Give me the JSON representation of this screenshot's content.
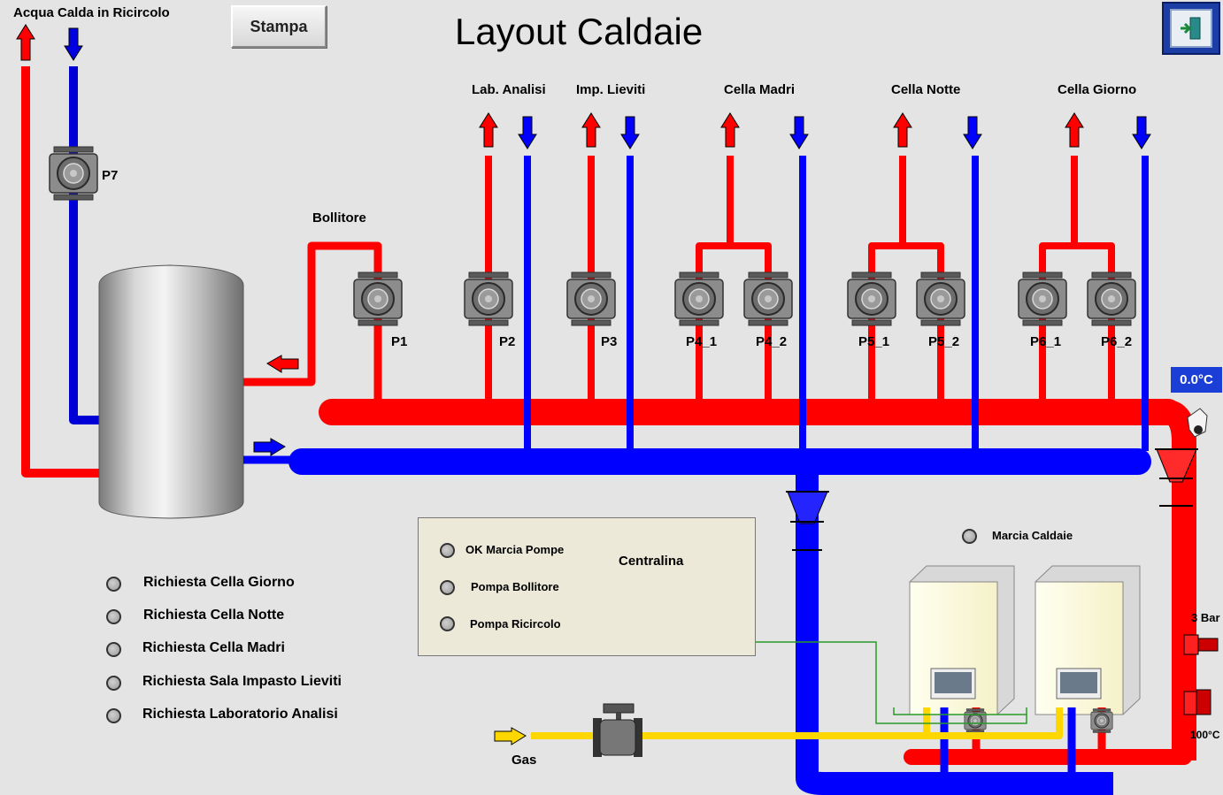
{
  "header": {
    "title": "Layout Caldaie",
    "print_label": "Stampa",
    "exit_icon": "exit-door-icon"
  },
  "labels": {
    "recirc": "Acqua Calda in Ricircolo",
    "bollitore": "Bollitore",
    "lab": "Lab. Analisi",
    "lieviti": "Imp. Lieviti",
    "madri": "Cella Madri",
    "notte": "Cella Notte",
    "giorno": "Cella Giorno",
    "gas": "Gas",
    "pressure": "3 Bar",
    "max_temp": "100°C"
  },
  "pumps": [
    "P7",
    "P1",
    "P2",
    "P3",
    "P4_1",
    "P4_2",
    "P5_1",
    "P5_2",
    "P6_1",
    "P6_2"
  ],
  "temperature": "0.0°C",
  "requests": [
    "Richiesta Cella Giorno",
    "Richiesta Cella Notte",
    "Richiesta Cella Madri",
    "Richiesta Sala Impasto Lieviti",
    "Richiesta Laboratorio Analisi"
  ],
  "controller": {
    "title": "Centralina",
    "statuses": [
      "OK Marcia Pompe",
      "Pompa Bollitore",
      "Pompa Ricircolo"
    ]
  },
  "boilers": {
    "status": "Marcia Caldaie"
  },
  "colors": {
    "hot": "#ff0000",
    "cold": "#0000ff",
    "gas": "#ffd700",
    "background": "#e4e4e4"
  }
}
